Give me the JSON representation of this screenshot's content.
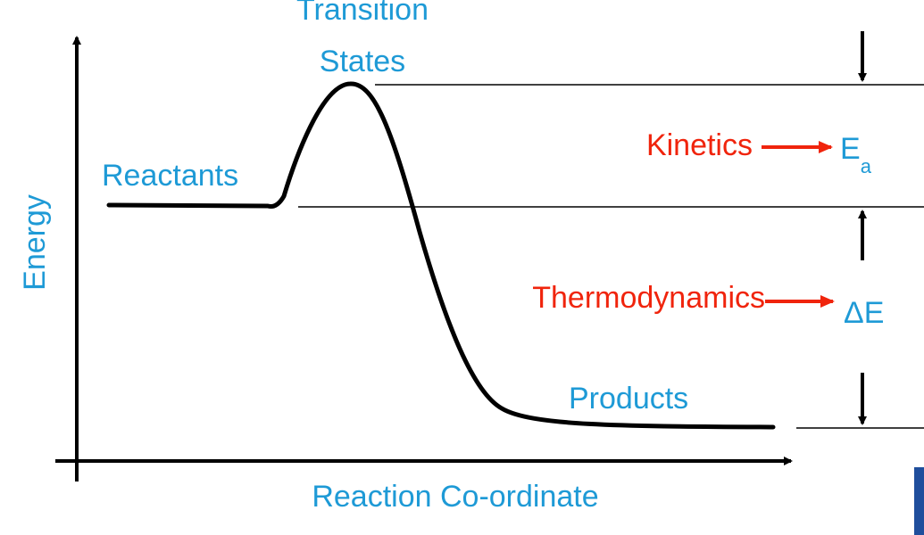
{
  "labels": {
    "y_axis": "Energy",
    "x_axis": "Reaction Co-ordinate",
    "transition_line1": "Transition",
    "transition_line2": "States",
    "reactants": "Reactants",
    "products": "Products",
    "kinetics": "Kinetics",
    "thermodynamics": "Thermodynamics",
    "ea_main": "E",
    "ea_sub": "a",
    "delta_e": "ΔE"
  },
  "colors": {
    "blue": "#1e9ad6",
    "red": "#f0240c",
    "line": "#000000",
    "corner_accent": "#1f4e9c"
  }
}
